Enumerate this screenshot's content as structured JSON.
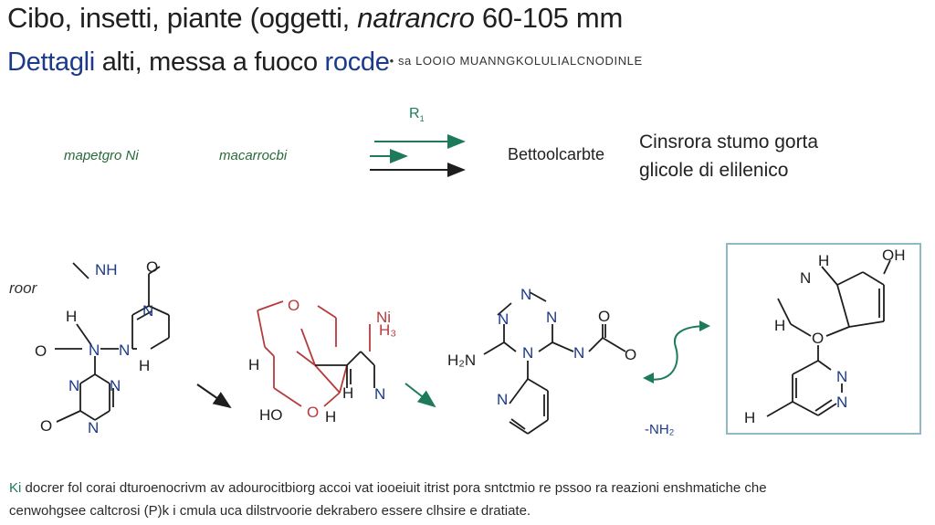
{
  "header": {
    "title_line1_a": "Cibo, insetti, piante (oggetti, ",
    "title_line1_b": "natrancro",
    "title_line1_c": " 60-105 mm",
    "title_line2_a": "Dettagli",
    "title_line2_b": " alti, messa a fuoco ",
    "title_line2_c": "rocde",
    "title_line2_d": "• sa LOOIO MUANNGKOLULIALCNODINLE"
  },
  "reaction": {
    "reactant_a": "mapetgro Ni",
    "reactant_b": "macarrocbi",
    "reagent": "R",
    "product_name": "Bettoolcarbte",
    "side_note_line1": "Cinsrora stumo gorta",
    "side_note_line2": "glicole di elilenico"
  },
  "molecules": {
    "left_label": "roor",
    "nh2_label": "-NH₂",
    "atoms": {
      "m1": [
        "NH",
        "O",
        "H",
        "N",
        "N",
        "H",
        "O",
        "N",
        "N",
        "N",
        "O",
        "N"
      ],
      "m2": [
        "O",
        "Ni",
        "H₃",
        "H",
        "H",
        "HO",
        "O",
        "H",
        "N"
      ],
      "m3": [
        "N",
        "N",
        "N",
        "O",
        "H₂N",
        "N",
        "N",
        "O",
        "N"
      ],
      "m4": [
        "OH",
        "H",
        "N",
        "H",
        "O",
        "N",
        "N",
        "H"
      ]
    }
  },
  "footer": {
    "line1_prefix": "Ki",
    "line1": " docrer fol corai dturoenocrivm av adourocitbiorg accoi vat iooeiuit itrist pora  sntctmio re pssoo ra reazioni enshmatiche che",
    "line2": "cenwohgsee caltcrosi (P)k  i  cmula uca dilstrvoorie dekrabero essere clhsire e dratiate."
  },
  "colors": {
    "blue": "#1c3a8c",
    "green": "#1d7a5a",
    "red": "#b83a3a",
    "box_border": "#8fb9c4"
  }
}
